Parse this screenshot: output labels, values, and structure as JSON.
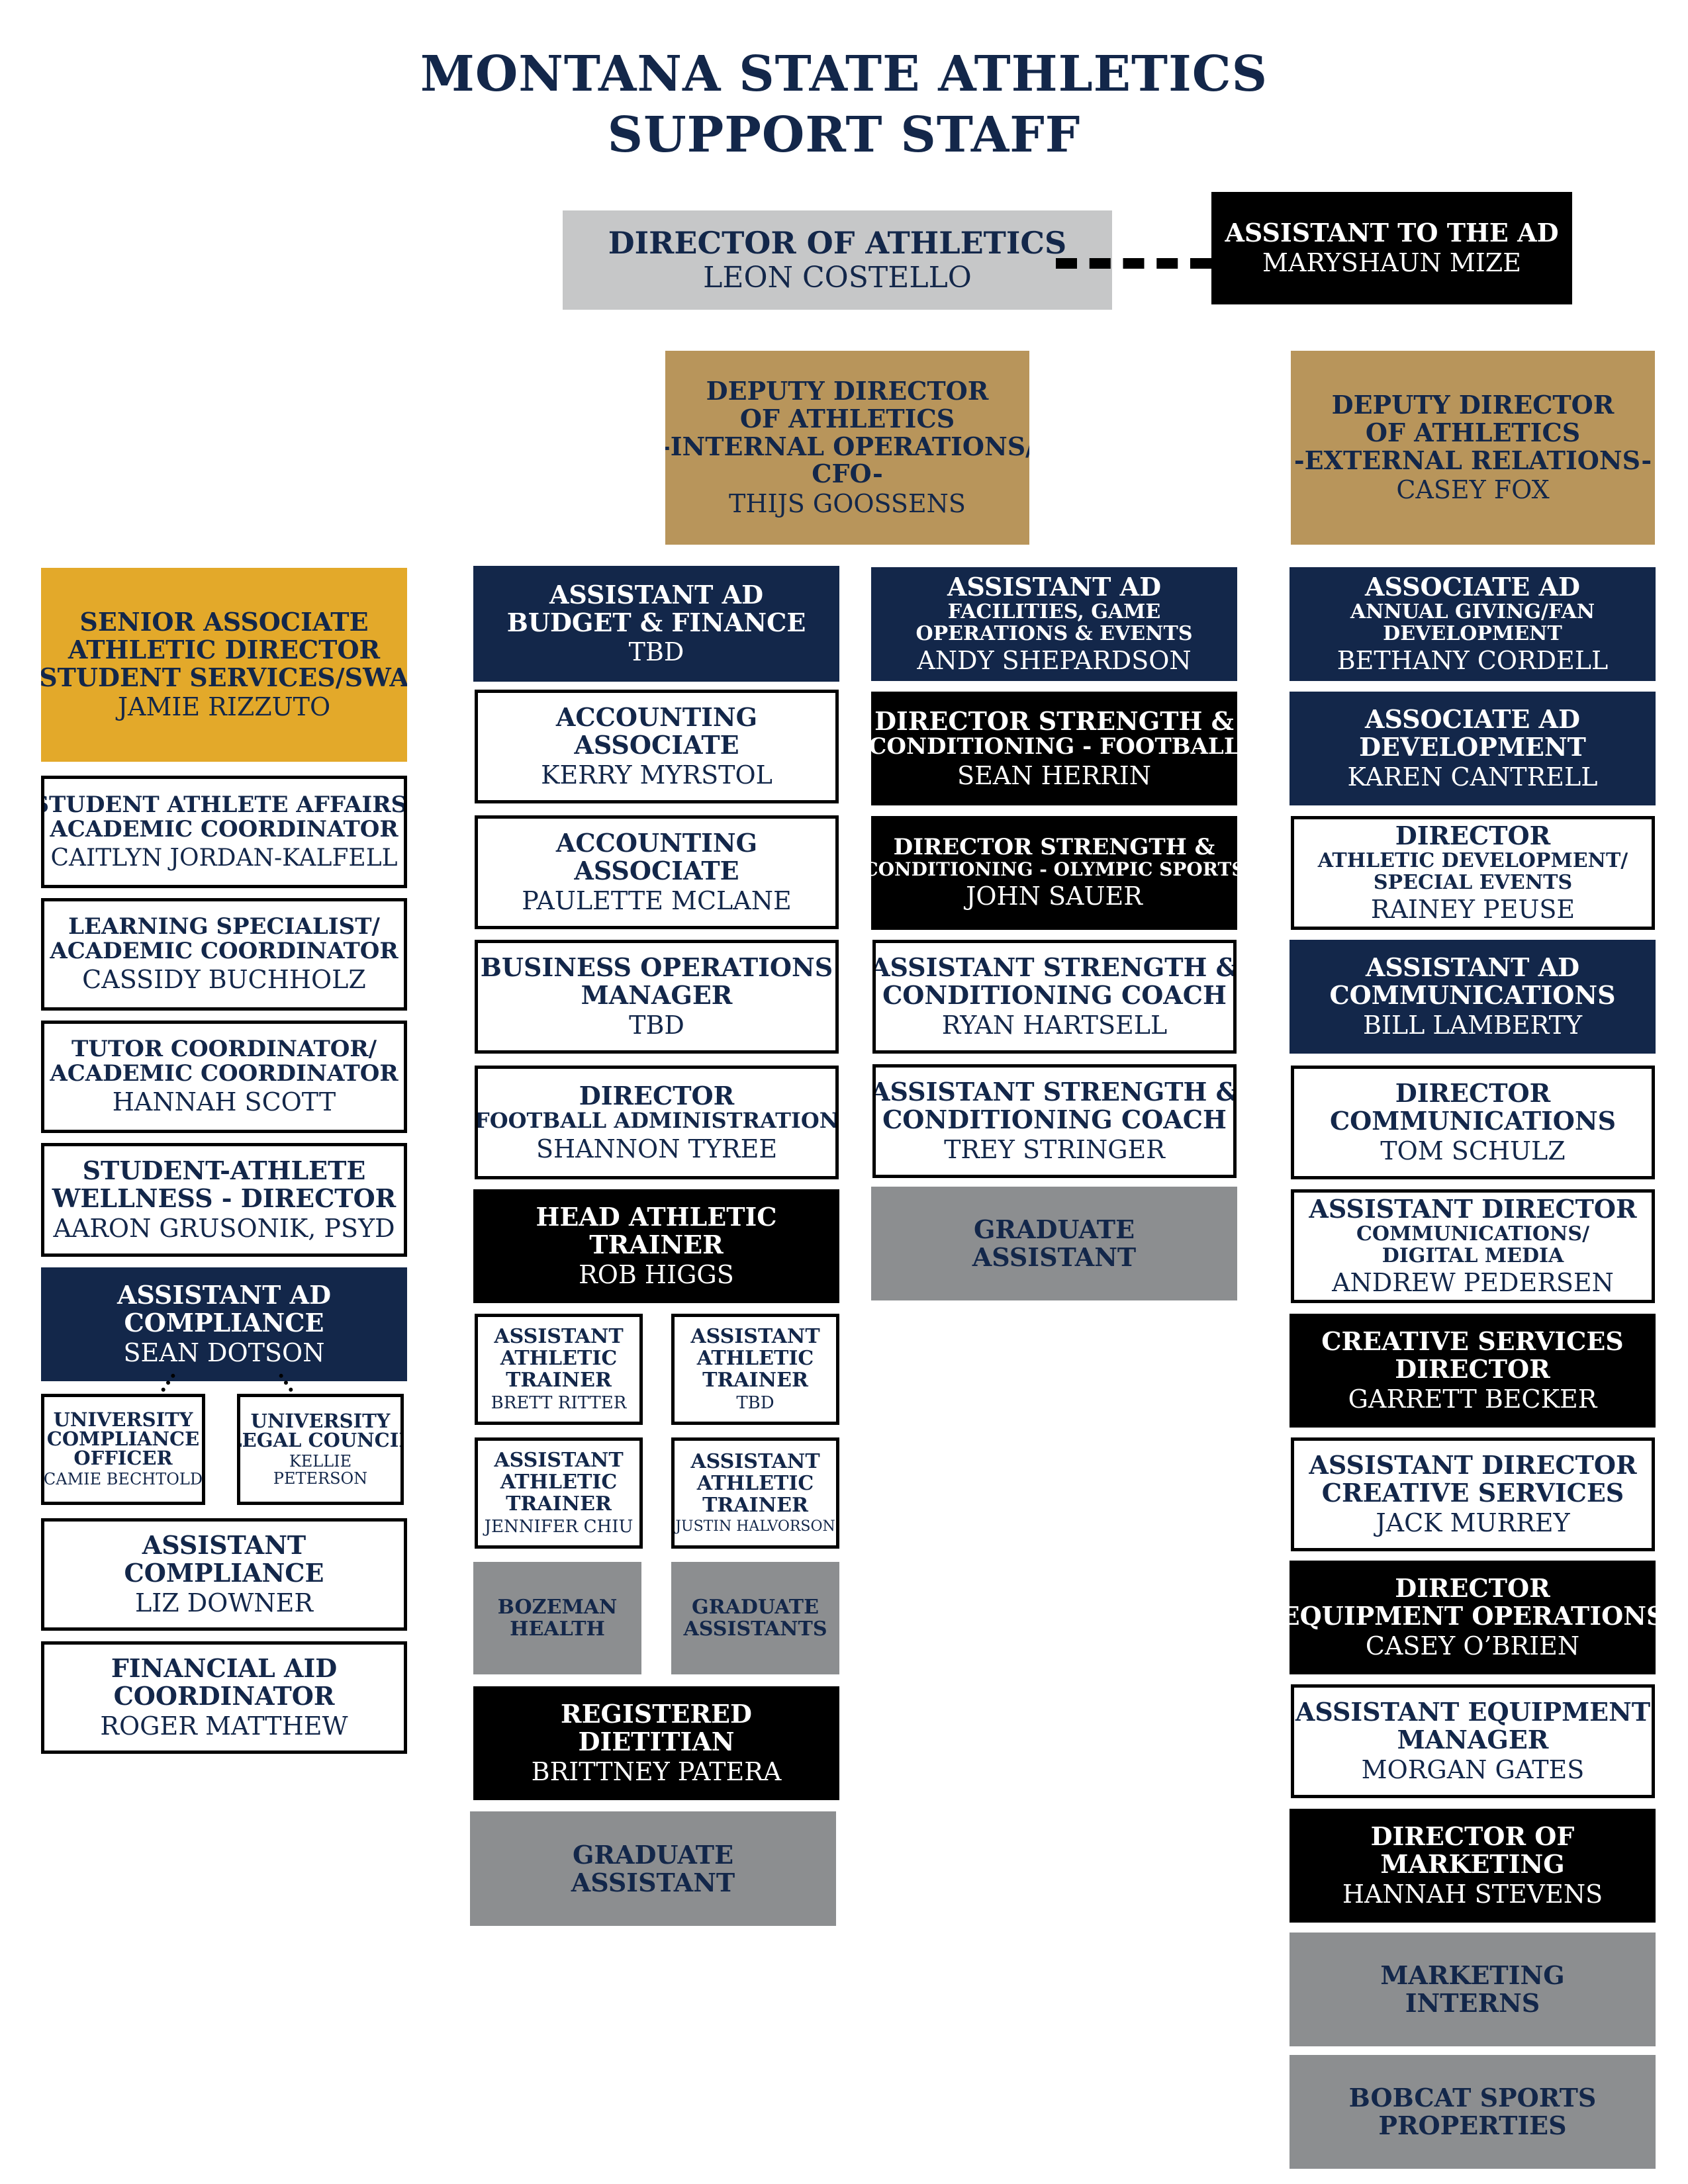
{
  "title": {
    "line1": "MONTANA STATE ATHLETICS",
    "line2": "SUPPORT STAFF"
  },
  "top": {
    "director": {
      "title": "DIRECTOR OF ATHLETICS",
      "name": "LEON COSTELLO"
    },
    "assistant": {
      "title": "ASSISTANT TO THE AD",
      "name": "MARYSHAUN MIZE"
    }
  },
  "deputy_internal": {
    "title_lines": [
      "DEPUTY DIRECTOR",
      "OF ATHLETICS",
      "-INTERNAL OPERATIONS/",
      "CFO-"
    ],
    "name": "THIJS GOOSSENS"
  },
  "deputy_external": {
    "title_lines": [
      "DEPUTY DIRECTOR",
      "OF ATHLETICS",
      "-EXTERNAL RELATIONS-"
    ],
    "name": "CASEY FOX"
  },
  "col1": {
    "senior": {
      "title_lines": [
        "SENIOR ASSOCIATE",
        "ATHLETIC DIRECTOR",
        "-STUDENT SERVICES/SWA-"
      ],
      "name": "JAMIE RIZZUTO"
    },
    "student_affairs": {
      "title_lines": [
        "STUDENT ATHLETE AFFAIRS/",
        "ACADEMIC COORDINATOR"
      ],
      "name": "CAITLYN JORDAN-KALFELL"
    },
    "learning": {
      "title_lines": [
        "LEARNING SPECIALIST/",
        "ACADEMIC COORDINATOR"
      ],
      "name": "CASSIDY BUCHHOLZ"
    },
    "tutor": {
      "title_lines": [
        "TUTOR COORDINATOR/",
        "ACADEMIC COORDINATOR"
      ],
      "name": "HANNAH SCOTT"
    },
    "wellness": {
      "title_lines": [
        "STUDENT-ATHLETE",
        "WELLNESS - DIRECTOR"
      ],
      "name": "AARON GRUSONIK, PSYD"
    },
    "compliance": {
      "title_lines": [
        "ASSISTANT AD",
        "COMPLIANCE"
      ],
      "name": "SEAN DOTSON"
    },
    "univ_compliance": {
      "title_lines": [
        "UNIVERSITY",
        "COMPLIANCE",
        "OFFICER"
      ],
      "name": "CAMIE BECHTOLD"
    },
    "legal": {
      "title_lines": [
        "UNIVERSITY",
        "LEGAL COUNCIL"
      ],
      "name_lines": [
        "KELLIE",
        "PETERSON"
      ]
    },
    "asst_compliance": {
      "title_lines": [
        "ASSISTANT",
        "COMPLIANCE"
      ],
      "name": "LIZ DOWNER"
    },
    "financial_aid": {
      "title_lines": [
        "FINANCIAL AID",
        "COORDINATOR"
      ],
      "name": "ROGER MATTHEW"
    }
  },
  "col2": {
    "budget": {
      "title_lines": [
        "ASSISTANT AD",
        "BUDGET & FINANCE"
      ],
      "name": "TBD"
    },
    "acct1": {
      "title_lines": [
        "ACCOUNTING",
        "ASSOCIATE"
      ],
      "name": "KERRY MYRSTOL"
    },
    "acct2": {
      "title_lines": [
        "ACCOUNTING",
        "ASSOCIATE"
      ],
      "name": "PAULETTE MCLANE"
    },
    "bizops": {
      "title_lines": [
        "BUSINESS OPERATIONS",
        "MANAGER"
      ],
      "name": "TBD"
    },
    "football_admin": {
      "title_lines": [
        "DIRECTOR",
        "FOOTBALL ADMINISTRATION"
      ],
      "name": "SHANNON TYREE"
    },
    "head_trainer": {
      "title_lines": [
        "HEAD ATHLETIC",
        "TRAINER"
      ],
      "name": "ROB HIGGS"
    },
    "trainer1": {
      "title_lines": [
        "ASSISTANT",
        "ATHLETIC",
        "TRAINER"
      ],
      "name": "BRETT RITTER"
    },
    "trainer2": {
      "title_lines": [
        "ASSISTANT",
        "ATHLETIC",
        "TRAINER"
      ],
      "name": "TBD"
    },
    "trainer3": {
      "title_lines": [
        "ASSISTANT",
        "ATHLETIC",
        "TRAINER"
      ],
      "name": "JENNIFER CHIU"
    },
    "trainer4": {
      "title_lines": [
        "ASSISTANT",
        "ATHLETIC",
        "TRAINER"
      ],
      "name": "JUSTIN HALVORSON"
    },
    "bozeman": {
      "title_lines": [
        "BOZEMAN",
        "HEALTH"
      ]
    },
    "grad_assts": {
      "title_lines": [
        "GRADUATE",
        "ASSISTANTS"
      ]
    },
    "dietitian": {
      "title_lines": [
        "REGISTERED",
        "DIETITIAN"
      ],
      "name": "BRITTNEY PATERA"
    },
    "grad": {
      "title_lines": [
        "GRADUATE",
        "ASSISTANT"
      ]
    }
  },
  "col3": {
    "facilities": {
      "title_lines": [
        "ASSISTANT AD"
      ],
      "sub_lines": [
        "FACILITIES, GAME",
        "OPERATIONS & EVENTS"
      ],
      "name": "ANDY SHEPARDSON"
    },
    "sc_football": {
      "title_lines": [
        "DIRECTOR STRENGTH &",
        "CONDITIONING - FOOTBALL"
      ],
      "name": "SEAN HERRIN"
    },
    "sc_olympic": {
      "title_lines": [
        "DIRECTOR STRENGTH &"
      ],
      "sub_lines": [
        "CONDITIONING - OLYMPIC SPORTS"
      ],
      "name": "JOHN SAUER"
    },
    "asst_sc1": {
      "title_lines": [
        "ASSISTANT STRENGTH &",
        "CONDITIONING COACH"
      ],
      "name": "RYAN HARTSELL"
    },
    "asst_sc2": {
      "title_lines": [
        "ASSISTANT STRENGTH &",
        "CONDITIONING COACH"
      ],
      "name": "TREY STRINGER"
    },
    "grad": {
      "title_lines": [
        "GRADUATE",
        "ASSISTANT"
      ]
    }
  },
  "col4": {
    "annual_giving": {
      "title_lines": [
        "ASSOCIATE AD"
      ],
      "sub_lines": [
        "ANNUAL GIVING/FAN",
        "DEVELOPMENT"
      ],
      "name": "BETHANY CORDELL"
    },
    "development": {
      "title_lines": [
        "ASSOCIATE AD",
        "DEVELOPMENT"
      ],
      "name": "KAREN CANTRELL"
    },
    "special_events": {
      "title_lines": [
        "DIRECTOR"
      ],
      "sub_lines": [
        "ATHLETIC DEVELOPMENT/",
        "SPECIAL EVENTS"
      ],
      "name": "RAINEY PEUSE"
    },
    "comms_ad": {
      "title_lines": [
        "ASSISTANT AD",
        "COMMUNICATIONS"
      ],
      "name": "BILL LAMBERTY"
    },
    "dir_comms": {
      "title_lines": [
        "DIRECTOR",
        "COMMUNICATIONS"
      ],
      "name": "TOM SCHULZ"
    },
    "digital": {
      "title_lines": [
        "ASSISTANT DIRECTOR"
      ],
      "sub_lines": [
        "COMMUNICATIONS/",
        "DIGITAL MEDIA"
      ],
      "name": "ANDREW PEDERSEN"
    },
    "creative_dir": {
      "title_lines": [
        "CREATIVE SERVICES",
        "DIRECTOR"
      ],
      "name": "GARRETT BECKER"
    },
    "creative_asst": {
      "title_lines": [
        "ASSISTANT DIRECTOR",
        "CREATIVE SERVICES"
      ],
      "name": "JACK MURREY"
    },
    "equipment": {
      "title_lines": [
        "DIRECTOR",
        "EQUIPMENT OPERATIONS"
      ],
      "name": "CASEY O’BRIEN"
    },
    "equip_asst": {
      "title_lines": [
        "ASSISTANT EQUIPMENT",
        "MANAGER"
      ],
      "name": "MORGAN GATES"
    },
    "marketing": {
      "title_lines": [
        "DIRECTOR OF",
        "MARKETING"
      ],
      "name": "HANNAH STEVENS"
    },
    "interns": {
      "title_lines": [
        "MARKETING",
        "INTERNS"
      ]
    },
    "bobcat": {
      "title_lines": [
        "BOBCAT SPORTS",
        "PROPERTIES"
      ]
    }
  },
  "colors": {
    "navy": "#13274a",
    "gold": "#b8955b",
    "amber": "#e3a92a",
    "light_gray": "#c6c7c8",
    "dark_gray": "#8c8e90",
    "black": "#000000"
  }
}
